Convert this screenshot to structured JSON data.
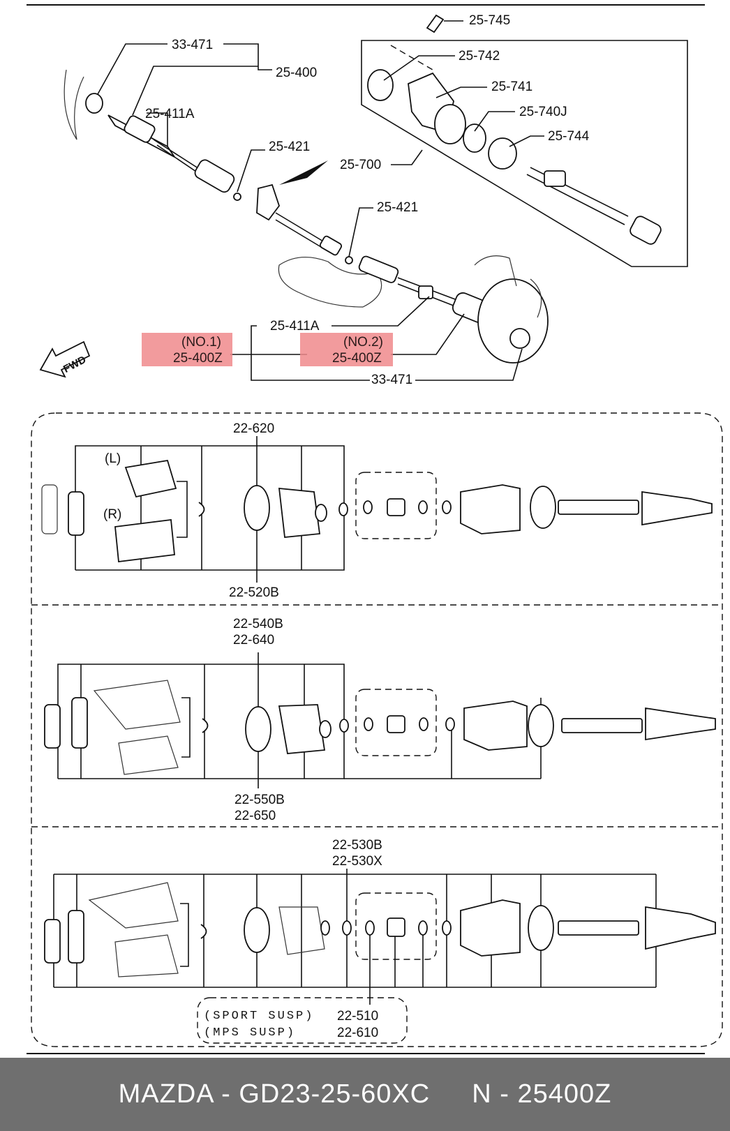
{
  "top": {
    "labels": {
      "l33_471_top": "33-471",
      "l25_400": "25-400",
      "l25_411a_top": "25-411A",
      "l25_421_a": "25-421",
      "l25_421_b": "25-421",
      "l25_745": "25-745",
      "l25_742": "25-742",
      "l25_741": "25-741",
      "l25_740j": "25-740J",
      "l25_744": "25-744",
      "l25_700": "25-700",
      "l25_411a_bottom": "25-411A",
      "l33_471_bottom": "33-471",
      "fwd": "FWD"
    },
    "highlighted": {
      "no1_tag": "(NO.1)",
      "no1_part": "25-400Z",
      "no2_tag": "(NO.2)",
      "no2_part": "25-400Z"
    }
  },
  "sections": {
    "s1": {
      "top_label": "22-620",
      "bottom_label": "22-520B",
      "side_left": "(L)",
      "side_right": "(R)"
    },
    "s2": {
      "top_label_1": "22-540B",
      "top_label_2": "22-640",
      "bottom_label_1": "22-550B",
      "bottom_label_2": "22-650"
    },
    "s3": {
      "top_label_1": "22-530B",
      "top_label_2": "22-530X",
      "note_1_text": "(SPORT SUSP)",
      "note_1_code": "22-510",
      "note_2_text": "(MPS SUSP)",
      "note_2_code": "22-610"
    }
  },
  "footer": {
    "left": "MAZDA - GD23-25-60XC",
    "right": "N - 25400Z"
  },
  "colors": {
    "highlight": "#f08a8c",
    "footer_bg": "#6f6f6f",
    "footer_text": "#ffffff"
  }
}
